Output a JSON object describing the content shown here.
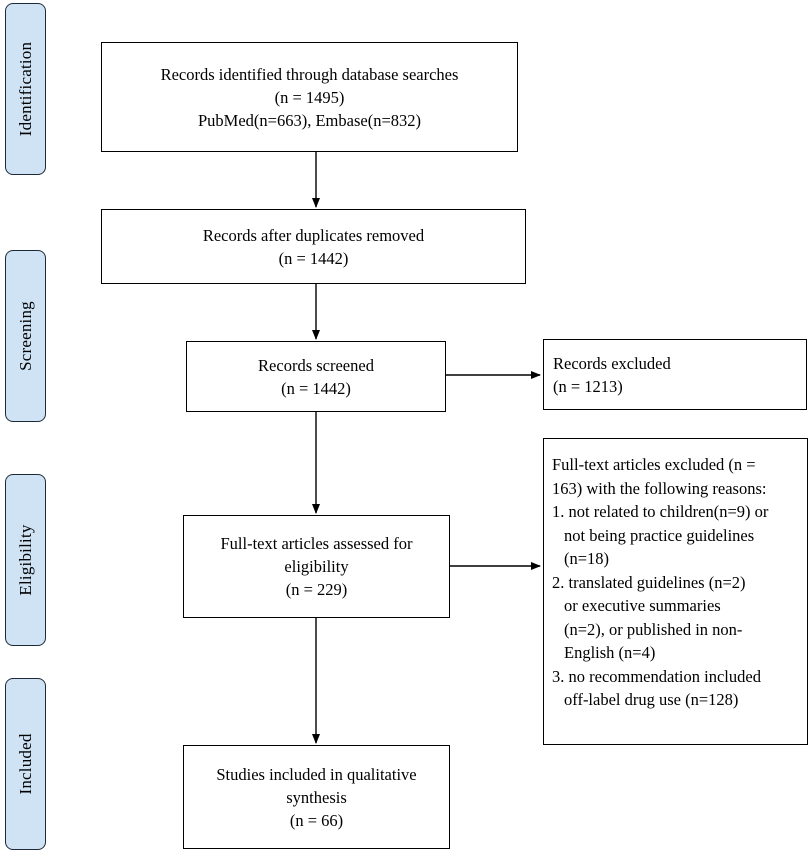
{
  "phases": {
    "identification": "Identification",
    "screening": "Screening",
    "eligibility": "Eligibility",
    "included": "Included"
  },
  "boxes": {
    "identified": {
      "lines": [
        "Records identified through database searches",
        "(n = 1495)",
        "PubMed(n=663), Embase(n=832)"
      ]
    },
    "deduplicated": {
      "lines": [
        "Records after duplicates removed",
        "(n = 1442)"
      ]
    },
    "screened": {
      "lines": [
        "Records screened",
        "(n = 1442)"
      ]
    },
    "excluded_records": {
      "lines": [
        "Records excluded",
        "(n = 1213)"
      ]
    },
    "fulltext_assessed": {
      "lines": [
        "Full-text articles assessed for",
        "eligibility",
        "(n = 229)"
      ]
    },
    "fulltext_excluded": {
      "lines": [
        "Full-text articles excluded (n =",
        "163) with the following reasons:",
        "1.  not related to children(n=9) or",
        "not being practice guidelines",
        "(n=18)",
        "2.  translated guidelines (n=2)",
        "or executive summaries",
        "(n=2), or published in non-",
        "English (n=4)",
        "3.  no recommendation included",
        "off-label drug use (n=128)"
      ]
    },
    "included_studies": {
      "lines": [
        "Studies included in qualitative",
        "synthesis",
        "(n = 66)"
      ]
    }
  }
}
